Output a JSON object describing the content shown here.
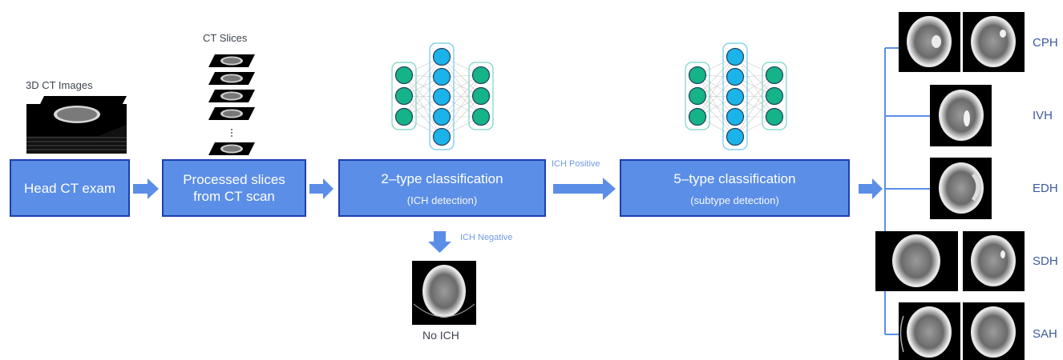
{
  "steps": {
    "exam": "Head CT exam",
    "processed_line1": "Processed slices",
    "processed_line2": "from CT scan",
    "cls2_title": "2–type classification",
    "cls2_sub": "(ICH detection)",
    "cls5_title": "5–type classification",
    "cls5_sub": "(subtype detection)"
  },
  "labels": {
    "ct_images": "3D CT Images",
    "ct_slices": "CT Slices",
    "no_ich": "No ICH"
  },
  "edges": {
    "positive": "ICH Positive",
    "negative": "ICH Negative"
  },
  "subtypes": [
    "CPH",
    "IVH",
    "EDH",
    "SDH",
    "SAH"
  ],
  "colors": {
    "box_fill": "#5b8ee6",
    "box_border": "#1c3fb2",
    "arrow": "#5b8ee6",
    "node_blue": "#1ab3ea",
    "node_green": "#15b388",
    "edge_text": "#6f9ae6"
  }
}
